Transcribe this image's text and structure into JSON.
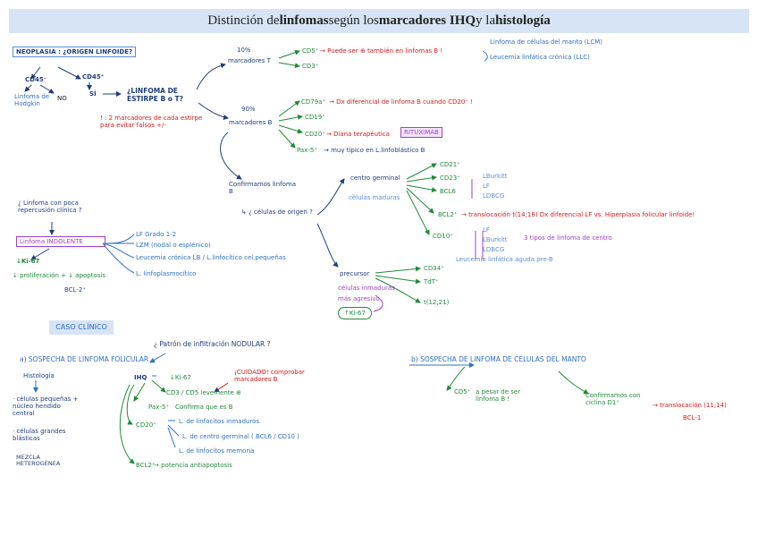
{
  "title": {
    "pre": "Distinción de ",
    "b1": "linfomas",
    "mid": " según los ",
    "b2": "marcadores IHQ",
    "mid2": " y la ",
    "b3": "histología"
  },
  "left": {
    "neoplasia": "NEOPLASIA : ¿ORIGEN LINFOIDE?",
    "cd45neg": "CD45⁻",
    "cd45pos": "CD45⁺",
    "no": "NO",
    "si": "SÍ",
    "hodgkin": "Linfoma de Hodgkin",
    "estirpe": "¿LINFOMA DE ESTIRPE B o T?",
    "marcadores_note": "! : 2 marcadores de cada estirpe para evitar falsos +/-"
  },
  "tcell": {
    "pct": "10%",
    "label": "marcadores T",
    "cd5": "CD5⁺",
    "cd5_note": "→ Puede ser ⊕ también en linfomas B !",
    "cd3": "CD3⁺",
    "lcm": "Linfoma de células del manto (LCM)",
    "llc": "Leucemia linfática crónica (LLC)"
  },
  "bcell": {
    "pct": "90%",
    "label": "marcadores B",
    "cd79": "CD79a⁺",
    "cd79_note": "→ Dx diferencial de linfoma B cuando CD20⁻ !",
    "cd19": "CD19⁺",
    "cd20": "CD20⁺",
    "cd20_note": "→ Diana terapéutica",
    "rituximab": "RITUXIMAB",
    "pax5": "Pax-5⁺",
    "pax5_note": "→ muy típico en L.linfoblástico B",
    "confirmamos": "Confirmamos linfoma B",
    "celulas": "↳ ¿ células de origen ?"
  },
  "germinal": {
    "label": "centro germinal",
    "maduras": "células maduras",
    "cd21": "CD21⁺",
    "cd23": "CD23⁺",
    "lburkitt": "LBurkitt",
    "lf": "LF",
    "ldbcg": "LDBCG",
    "bcl6": "BCL6",
    "bcl2": "BCL2⁺",
    "bcl2_note": "→ translocación t(14;18)   Dx diferencial   LF vs. Hiperplasia folicular linfoide!",
    "cd10": "CD10⁺",
    "cd10_lf": "LF",
    "cd10_lb": "LBurkitt",
    "cd10_ldb": "LDBCG",
    "tipos": "3 tipos de linfoma de centro",
    "leucemia": "Leucemia linfática aguda pre-B"
  },
  "precursor": {
    "label": "precursor",
    "inmaduras": "células inmaduras",
    "agresivo": "más agresivo",
    "ki67": "↑Ki-67",
    "cd34": "CD34⁺",
    "tdt": "TdT⁺",
    "t1221": "t(12;21)"
  },
  "indolente": {
    "q": "¿ Linfoma con poca repercusión clínica ?",
    "box": "Linfoma INDOLENTE",
    "ki67": "↓Ki-67",
    "prolif": "↓ proliferación + ↓ apoptosis",
    "bcl2": "BCL-2⁺",
    "lf": "LF Grado 1-2",
    "lzm": "LZM (nodal o esplénico)",
    "llc": "Leucemia crónica LB / L.linfocítico cel.pequeñas",
    "lplasm": "L. linfoplasmocítico"
  },
  "caso": {
    "label": "CASO CLÍNICO",
    "patron": "¿ Patrón de infiltración NODULAR ?",
    "a": "a)  SOSPECHA DE LINFOMA FOLICULAR",
    "b": "b)  SOSPECHA DE LINFOMA DE CÉLULAS DEL MANTO",
    "histologia": "Histología",
    "pequenas": "· células pequeñas + núcleo hendido central",
    "grandes": "· células grandes blásticas",
    "mezcla": "MEZCLA HETEROGÉNEA",
    "ihq": "IHQ",
    "ki67": "↓Ki-67",
    "cuidado": "¡CUIDADO! comprobar marcadores B",
    "cd3cd5": "CD3 / CD5 levemente ⊕",
    "pax5": "Pax-5⁺",
    "pax5_note": "Confirma que es B",
    "cd20": "CD20⁺",
    "cd20_a": "L. de linfocitos inmaduros",
    "cd20_b": "L. de centro germinal ( BCL6 / CD10 )",
    "cd20_c": "L. de linfocitos memoria",
    "bcl2": "BCL2⁺",
    "bcl2_note": "→ potencia antiapoptosis",
    "cd5": "CD5⁺",
    "cd5_note": "a pesar de ser linfoma B !",
    "confirmamos": "Confirmamos con ciclina D1⁺",
    "transloc": "→ translocación (11;14)",
    "bcl1": "BCL-1"
  }
}
